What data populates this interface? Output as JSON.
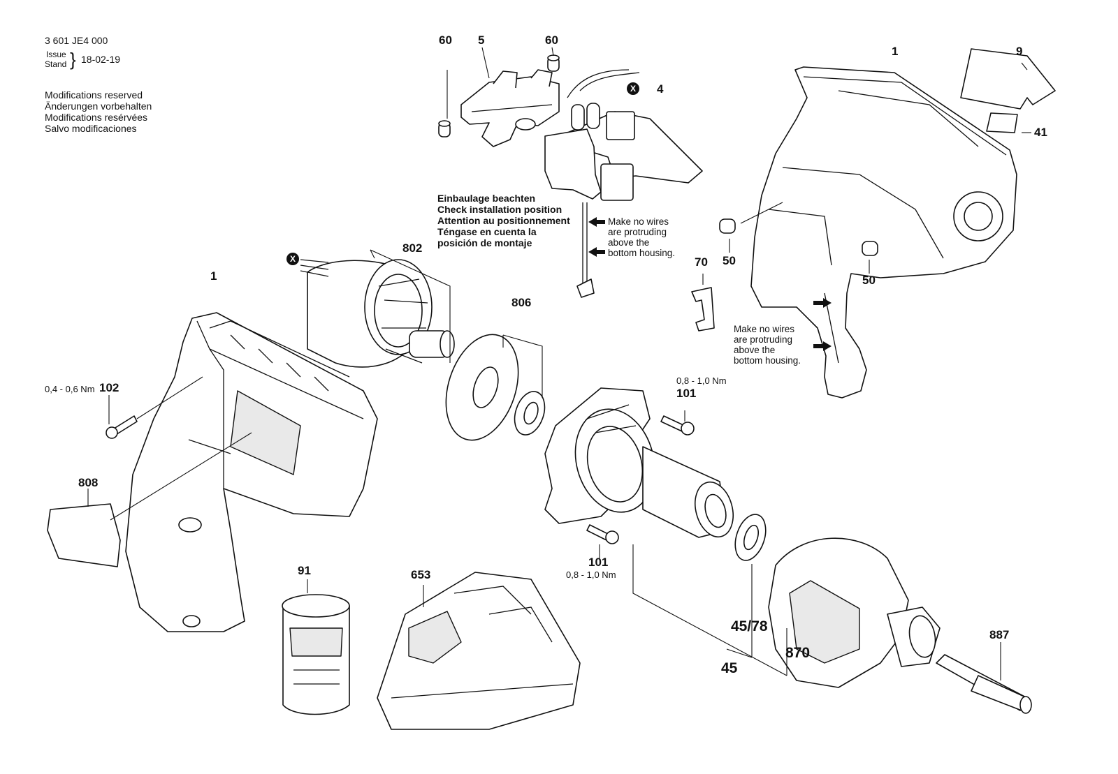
{
  "header": {
    "doc_number": "3 601 JE4 000",
    "issue_label": "Issue",
    "stand_label": "Stand",
    "date": "18-02-19",
    "modifications": [
      "Modifications reserved",
      "Änderungen vorbehalten",
      "Modifications resérvées",
      "Salvo modificaciones"
    ]
  },
  "notes": {
    "installation": [
      "Einbaulage beachten",
      "Check installation position",
      "Attention au positionnement",
      "Téngase en cuenta la",
      "posición de montaje"
    ],
    "wires": [
      "Make no wires",
      "are protruding",
      "above the",
      "bottom housing."
    ]
  },
  "torques": {
    "screw_102": "0,4 - 0,6 Nm",
    "screw_101": "0,8 - 1,0 Nm"
  },
  "markers": {
    "x_symbol": "X"
  },
  "part_labels": {
    "p60a": "60",
    "p5": "5",
    "p60b": "60",
    "p4": "4",
    "p1_top": "1",
    "p9": "9",
    "p41": "41",
    "p50a": "50",
    "p50b": "50",
    "p70": "70",
    "p802": "802",
    "p806": "806",
    "p1_left": "1",
    "p102": "102",
    "p808": "808",
    "p101a": "101",
    "p101b": "101",
    "p91": "91",
    "p653": "653",
    "p4578": "45/78",
    "p870": "870",
    "p45": "45",
    "p887": "887"
  }
}
